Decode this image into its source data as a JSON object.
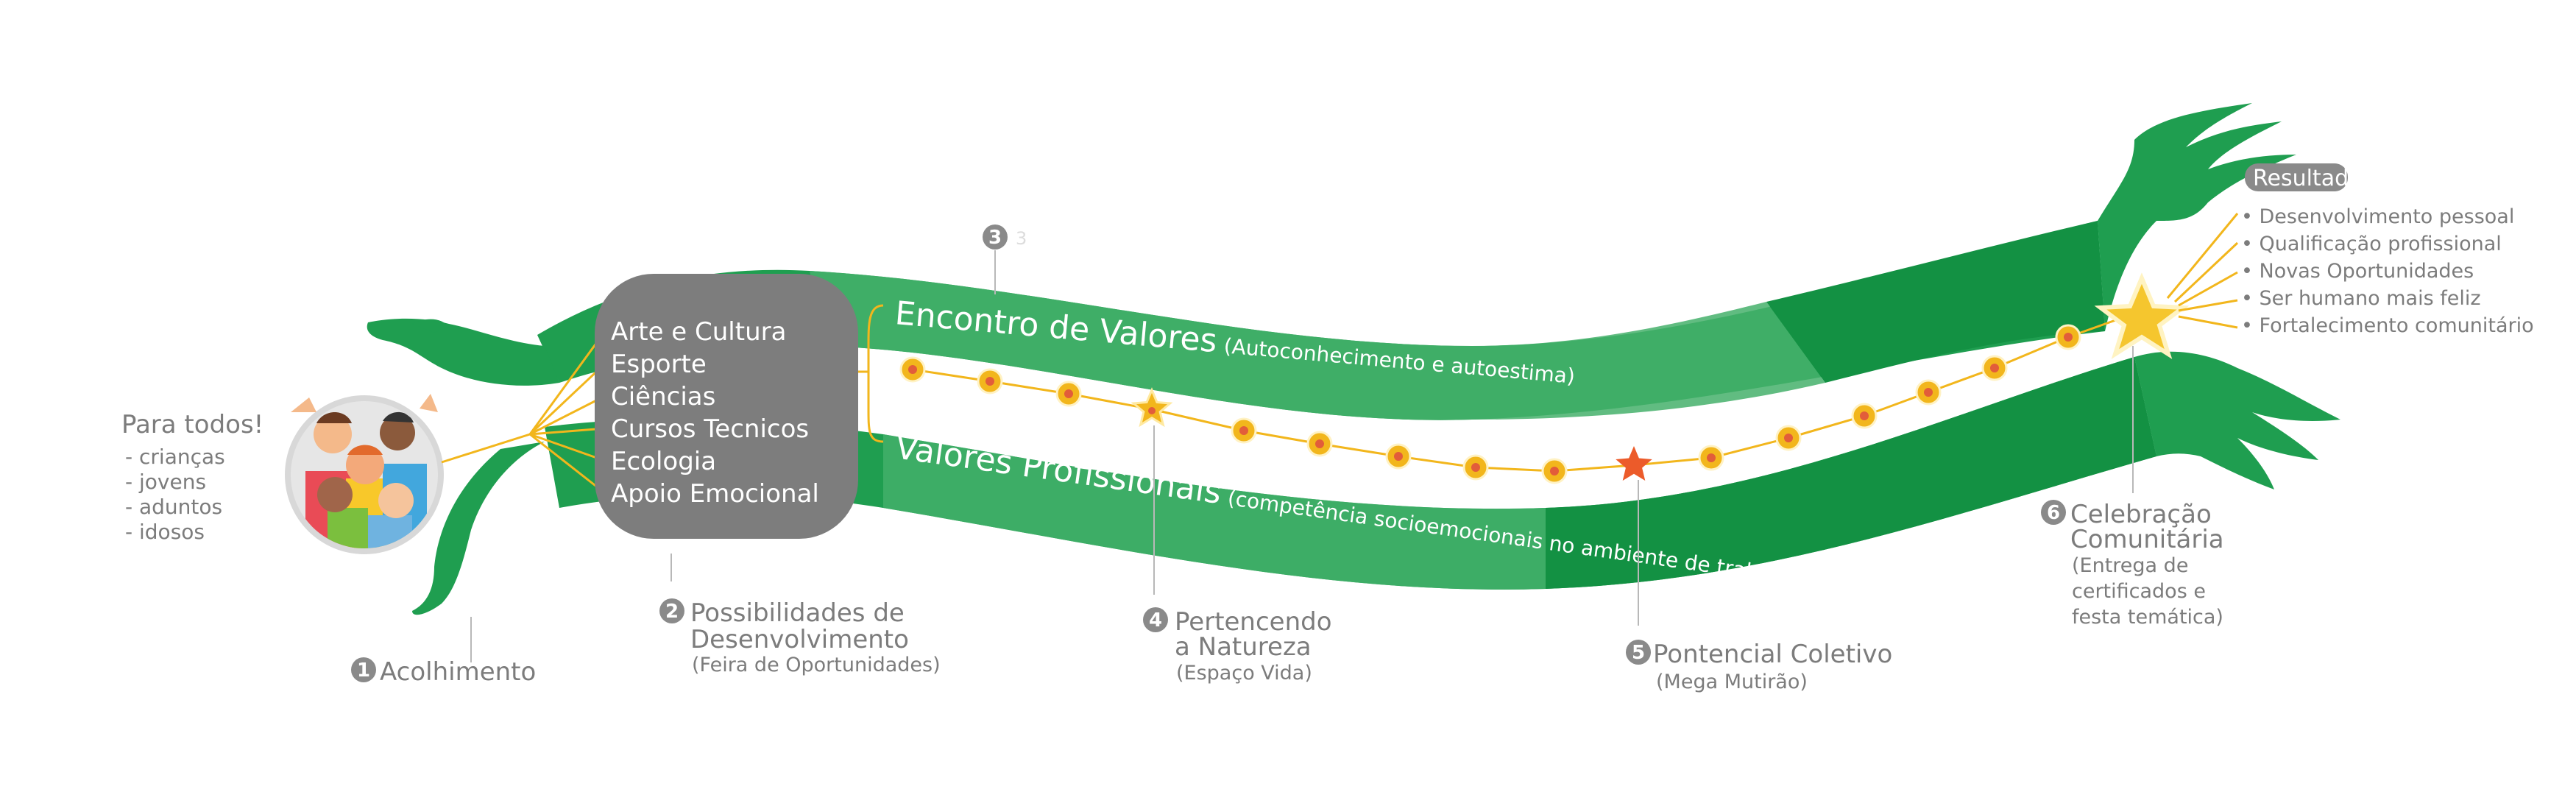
{
  "colors": {
    "green_dark": "#139143",
    "green_mid": "#1f9e50",
    "green_light": "#45b06b",
    "grey_box": "#7d7d7d",
    "grey_text": "#7a7a7a",
    "gold": "#f2b61c",
    "dot_center": "#e25d3a",
    "orange_star": "#ec5b2a"
  },
  "audience": {
    "title": "Para todos!",
    "items": [
      "- crianças",
      "- jovens",
      "- aduntos",
      "- idosos"
    ]
  },
  "box": {
    "items": [
      "Arte e Cultura",
      "Esporte",
      "Ciências",
      "Cursos Tecnicos",
      "Ecologia",
      "Apoio Emocional"
    ]
  },
  "ribbon": {
    "top_title": "Encontro de Valores",
    "top_subtitle": "(Autoconhecimento e autoestima)",
    "bottom_title": "Valores Profissionais",
    "bottom_subtitle": "(competência socioemocionais no ambiente de trabalho)"
  },
  "steps": [
    {
      "num": "1",
      "title": "Acolhimento",
      "line2": "",
      "sub": ""
    },
    {
      "num": "2",
      "title": "Possibilidades de",
      "line2": "Desenvolvimento",
      "sub": "(Feira de Oportunidades)"
    },
    {
      "num": "3",
      "ghost": "3"
    },
    {
      "num": "4",
      "title": "Pertencendo",
      "line2": "a Natureza",
      "sub": "(Espaço Vida)"
    },
    {
      "num": "5",
      "title": "Pontencial Coletivo",
      "sub": "(Mega Mutirão)"
    },
    {
      "num": "6",
      "title": "Celebração",
      "line2": "Comunitária",
      "sub_lines": [
        "(Entrega de",
        "certificados e",
        "festa temática)"
      ]
    }
  ],
  "results": {
    "title": "Resultados",
    "items": [
      "• Desenvolvimento pessoal",
      "• Qualificação profissional",
      "• Novas Oportunidades",
      "• Ser humano mais feliz",
      "• Fortalecimento comunitário"
    ]
  }
}
